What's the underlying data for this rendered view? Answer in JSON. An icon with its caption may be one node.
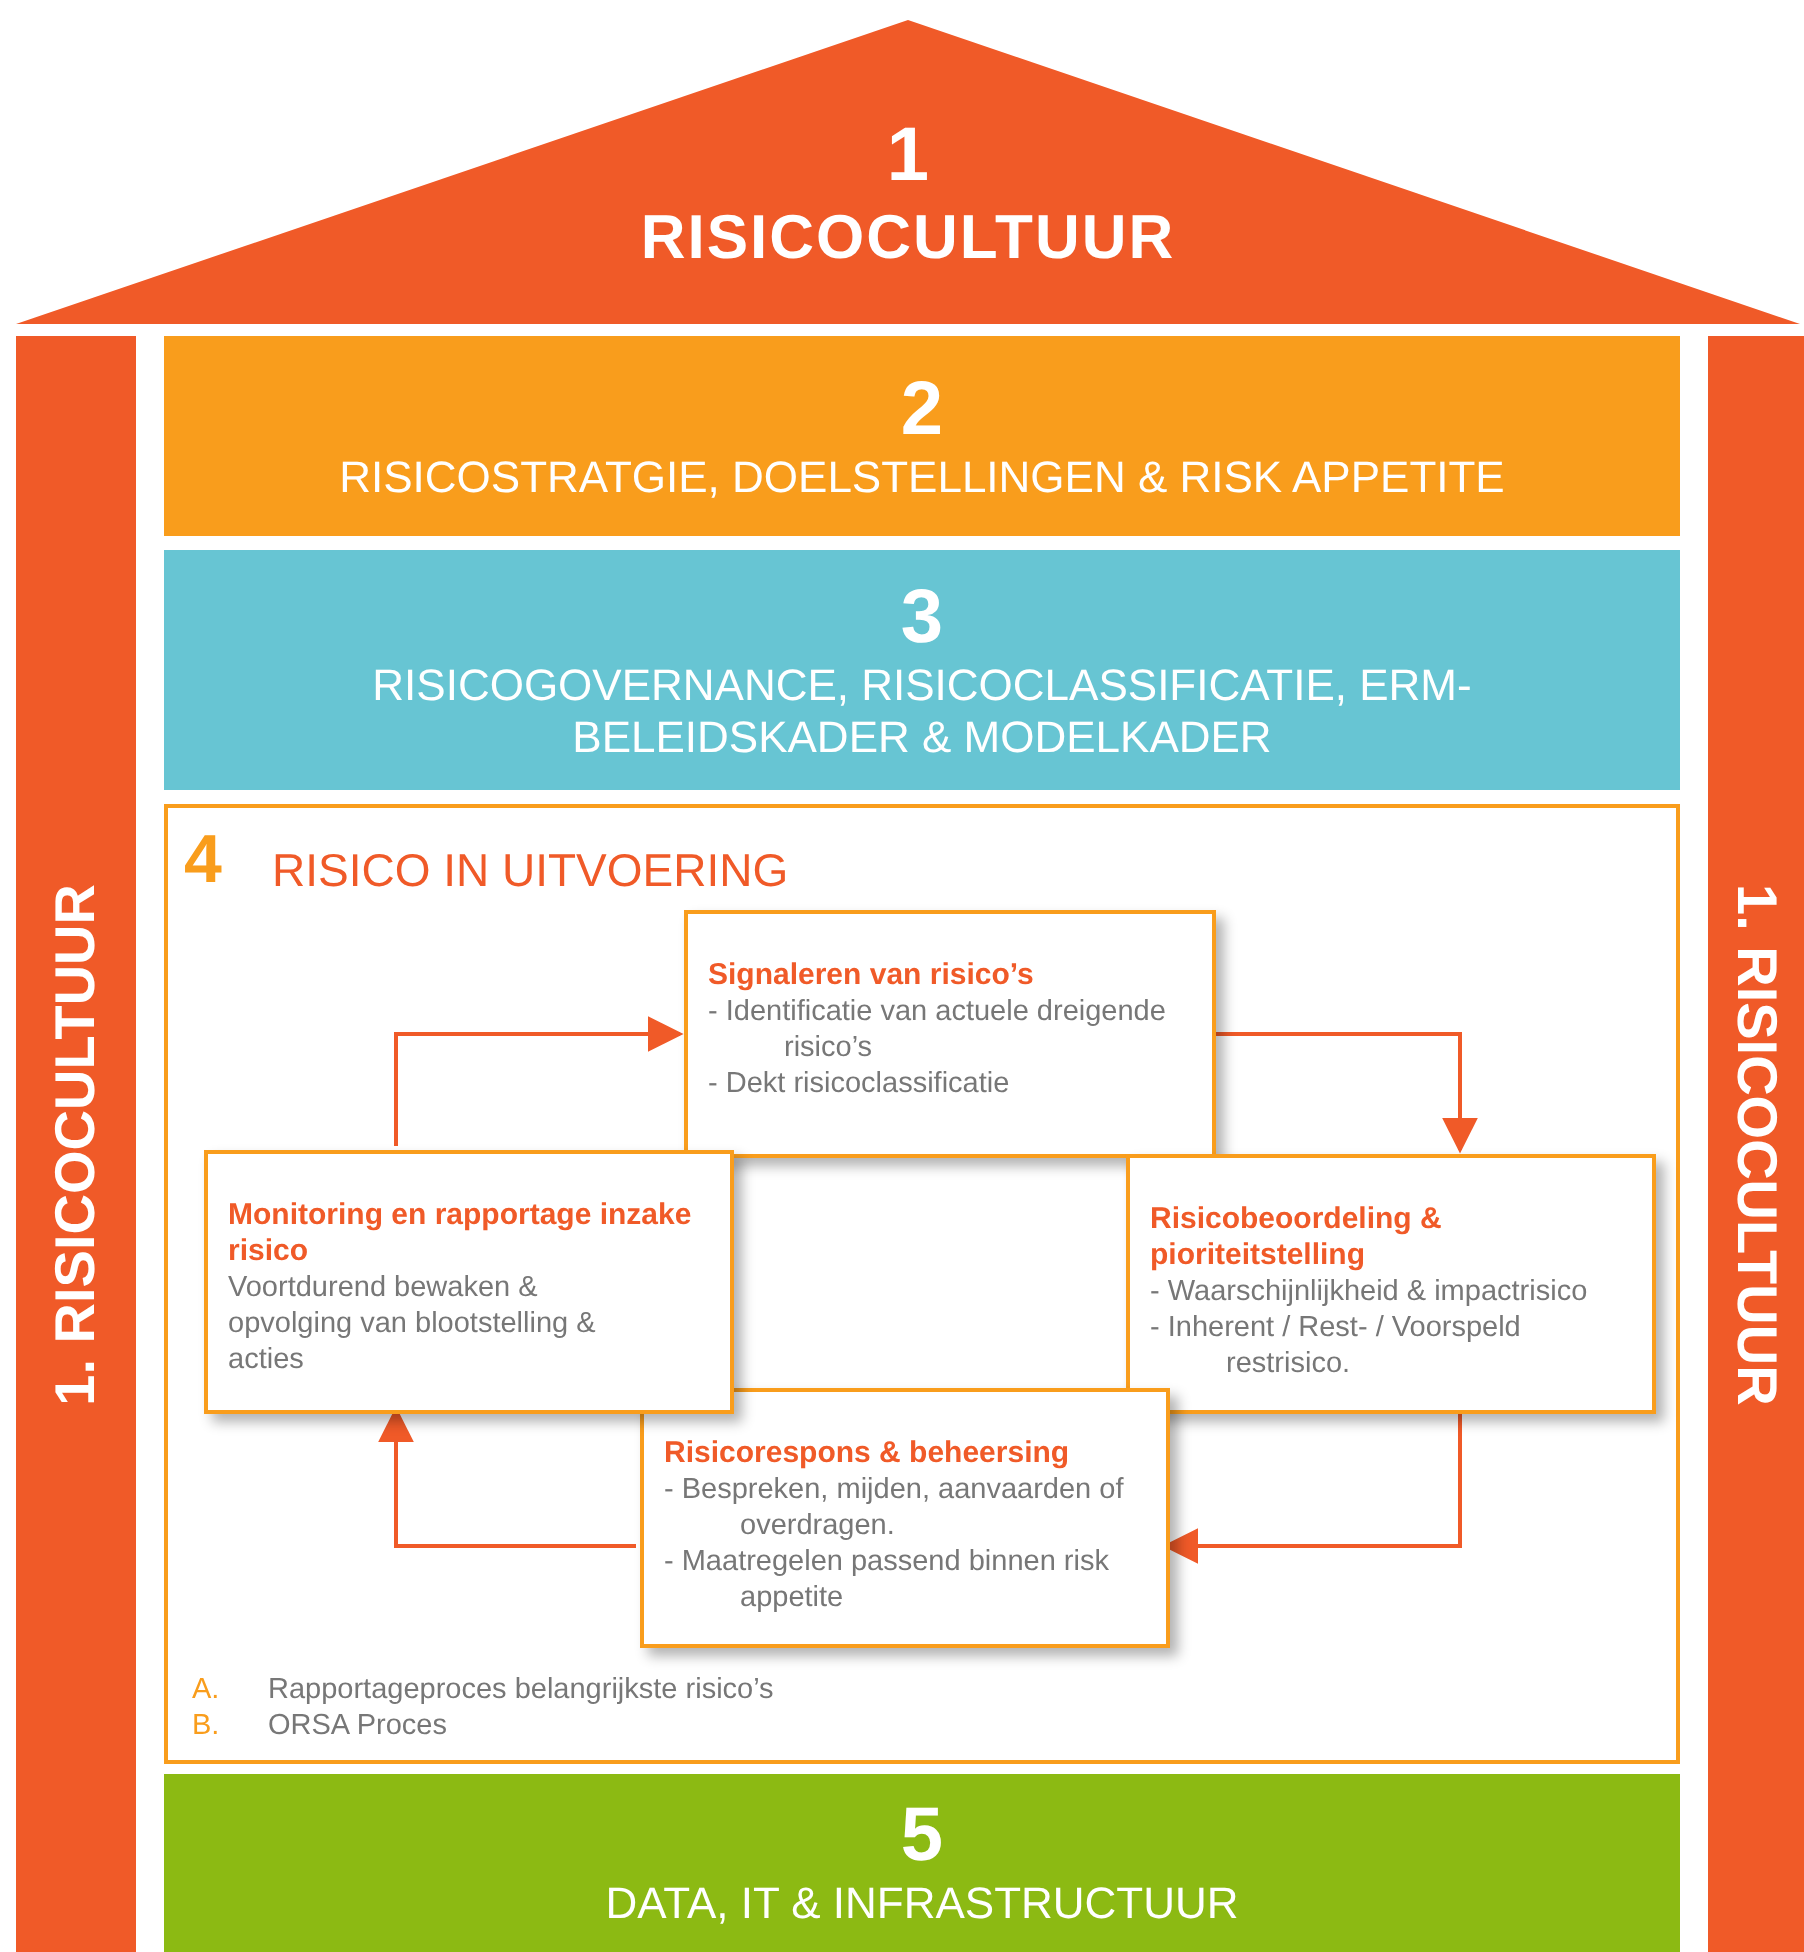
{
  "diagram": {
    "nodes": [
      {
        "text": [
          "1",
          "RISICOCULTUUR"
        ]
      },
      {
        "text": [
          "1. RISICOCULTUUR"
        ]
      },
      {
        "text": [
          "1. RISICOCULTUUR"
        ]
      },
      {
        "text": [
          "2",
          "RISICOSTRATGIE, DOELSTELLINGEN & RISK APPETITE"
        ]
      },
      {
        "text": [
          "3",
          "RISICOGOVERNANCE, RISICOCLASSIFICATIE, ERM-BELEIDSKADER & MODELKADER"
        ]
      },
      {
        "text": [
          "4",
          "RISICO IN UITVOERING"
        ]
      },
      {
        "text": [
          "Signaleren van risico’s",
          "- Identificatie van actuele dreigende risico’s",
          "- Dekt risicoclassificatie"
        ],
        "in": 5
      },
      {
        "text": [
          "Risicobeoordeling & pioriteitstelling",
          "- Waarschijnlijkheid & impactrisico",
          "- Inherent / Rest- / Voorspeld restrisico."
        ],
        "in": 5
      },
      {
        "text": [
          "Risicorespons & beheersing",
          "- Bespreken, mijden, aanvaarden of overdragen.",
          "- Maatregelen passend binnen risk appetite"
        ],
        "in": 5
      },
      {
        "text": [
          "Monitoring en rapportage inzake risico",
          "Voortdurend bewaken & opvolging van blootstelling & acties"
        ],
        "in": 5
      },
      {
        "text": [
          "5",
          "DATA, IT & INFRASTRUCTUUR"
        ]
      }
    ],
    "edges": [
      {
        "from": 9,
        "to": 6,
        "arrow": "to"
      },
      {
        "from": 6,
        "to": 7,
        "arrow": "to"
      },
      {
        "from": 7,
        "to": 8,
        "arrow": "to"
      },
      {
        "from": 8,
        "to": 9,
        "arrow": "to"
      }
    ],
    "labels": [
      "A.",
      "Rapportageproces belangrijkste risico’s",
      "B.",
      "ORSA Proces"
    ]
  }
}
